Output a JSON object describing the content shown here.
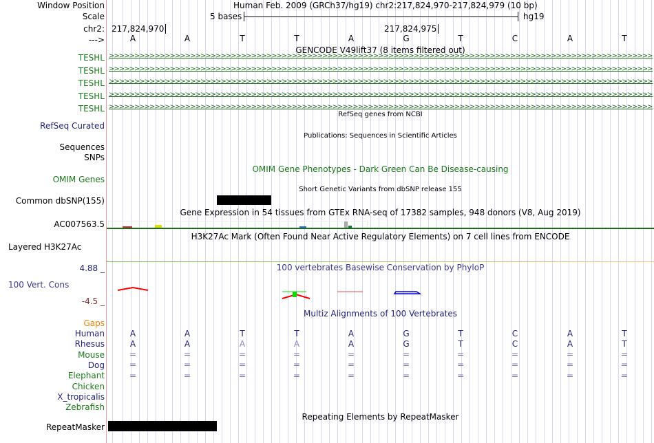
{
  "labels": {
    "window_position": "Window Position",
    "scale": "Scale",
    "chr": "chr2:",
    "strand": "--->",
    "teshl": [
      "TESHL",
      "TESHL",
      "TESHL",
      "TESHL",
      "TESHL"
    ],
    "refseq": "RefSeq Curated",
    "sequences": "Sequences",
    "snps": "SNPs",
    "omim": "OMIM Genes",
    "dbsnp": "Common dbSNP(155)",
    "gtex_gene": "AC007563.5",
    "h3k27": "Layered H3K27Ac",
    "cons_max": "4.88 _",
    "cons": "100 Vert. Cons",
    "cons_min": "-4.5 _",
    "gaps": "Gaps",
    "species": [
      "Human",
      "Rhesus",
      "Mouse",
      "Dog",
      "Elephant",
      "Chicken",
      "X_tropicalis",
      "Zebrafish"
    ],
    "repeatmasker": "RepeatMasker"
  },
  "header": {
    "position": "Human Feb. 2009 (GRCh37/hg19)   chr2:217,824,970-217,824,979 (10 bp)",
    "scale_label": "5 bases",
    "assembly": "hg19",
    "coord_left": "217,824,970",
    "coord_right": "217,824,975"
  },
  "bases": [
    "A",
    "A",
    "T",
    "T",
    "A",
    "G",
    "T",
    "C",
    "A",
    "T"
  ],
  "rhesus": [
    "A",
    "A",
    "A",
    "A",
    "A",
    "G",
    "T",
    "C",
    "A",
    "T"
  ],
  "eq": "=",
  "tracks": {
    "gencode": "GENCODE V49lift37 (8 items filtered out)",
    "refseq": "RefSeq genes from NCBI",
    "pubs": "Publications: Sequences in Scientific Articles",
    "omim": "OMIM Gene Phenotypes - Dark Green Can Be Disease-causing",
    "dbsnp": "Short Genetic Variants from dbSNP release 155",
    "gtex": "Gene Expression in 54 tissues from GTEx RNA-seq of 17382 samples, 948 donors (V8, Aug 2019)",
    "h3k27": "H3K27Ac Mark (Often Found Near Active Regulatory Elements) on 7 cell lines from ENCODE",
    "phylop": "100 vertebrates Basewise Conservation by PhyloP",
    "multiz": "Multiz Alignments of 100 Vertebrates",
    "rmsk": "Repeating Elements by RepeatMasker"
  }
}
